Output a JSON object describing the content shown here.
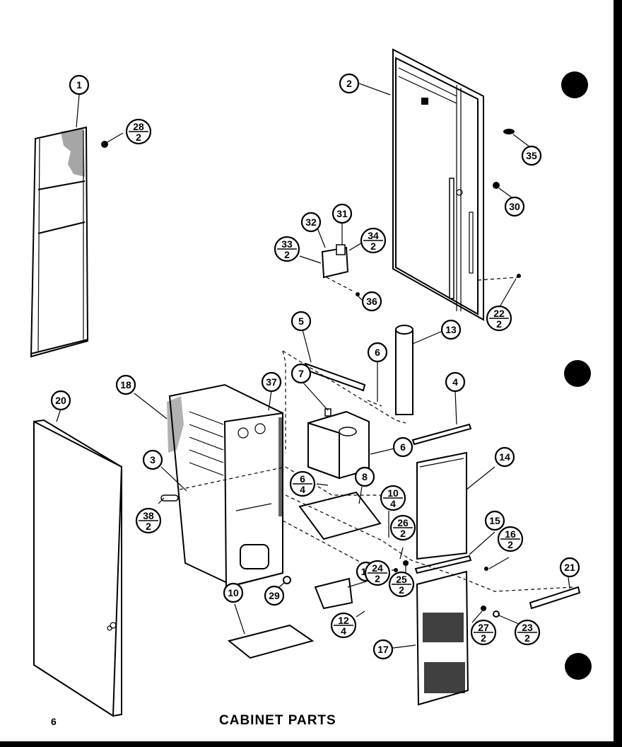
{
  "title": "CABINET PARTS",
  "page_number": "6",
  "callouts": [
    {
      "id": "c1",
      "number": "1"
    },
    {
      "id": "c28",
      "number": "28",
      "qty": "2"
    },
    {
      "id": "c2",
      "number": "2"
    },
    {
      "id": "c35",
      "number": "35"
    },
    {
      "id": "c30",
      "number": "30"
    },
    {
      "id": "c32",
      "number": "32"
    },
    {
      "id": "c31",
      "number": "31"
    },
    {
      "id": "c34",
      "number": "34",
      "qty": "2"
    },
    {
      "id": "c33",
      "number": "33",
      "qty": "2"
    },
    {
      "id": "c36",
      "number": "36"
    },
    {
      "id": "c22",
      "number": "22",
      "qty": "2"
    },
    {
      "id": "c5",
      "number": "5"
    },
    {
      "id": "c13",
      "number": "13"
    },
    {
      "id": "c6a",
      "number": "6"
    },
    {
      "id": "c7",
      "number": "7"
    },
    {
      "id": "c37",
      "number": "37"
    },
    {
      "id": "c18",
      "number": "18"
    },
    {
      "id": "c20",
      "number": "20"
    },
    {
      "id": "c4",
      "number": "4"
    },
    {
      "id": "c6b",
      "number": "6"
    },
    {
      "id": "c14",
      "number": "14"
    },
    {
      "id": "c3",
      "number": "3"
    },
    {
      "id": "c6c",
      "number": "6",
      "qty": "4"
    },
    {
      "id": "c8",
      "number": "8"
    },
    {
      "id": "c10a",
      "number": "10",
      "qty": "4"
    },
    {
      "id": "c38",
      "number": "38",
      "qty": "2"
    },
    {
      "id": "c26",
      "number": "26",
      "qty": "2"
    },
    {
      "id": "c15",
      "number": "15"
    },
    {
      "id": "c16",
      "number": "16",
      "qty": "2"
    },
    {
      "id": "c21",
      "number": "21"
    },
    {
      "id": "c11",
      "number": "11"
    },
    {
      "id": "c24",
      "number": "24",
      "qty": "2"
    },
    {
      "id": "c25",
      "number": "25",
      "qty": "2"
    },
    {
      "id": "c10b",
      "number": "10"
    },
    {
      "id": "c29",
      "number": "29"
    },
    {
      "id": "c12",
      "number": "12",
      "qty": "4"
    },
    {
      "id": "c27",
      "number": "27",
      "qty": "2"
    },
    {
      "id": "c23",
      "number": "23",
      "qty": "2"
    },
    {
      "id": "c17",
      "number": "17"
    }
  ]
}
